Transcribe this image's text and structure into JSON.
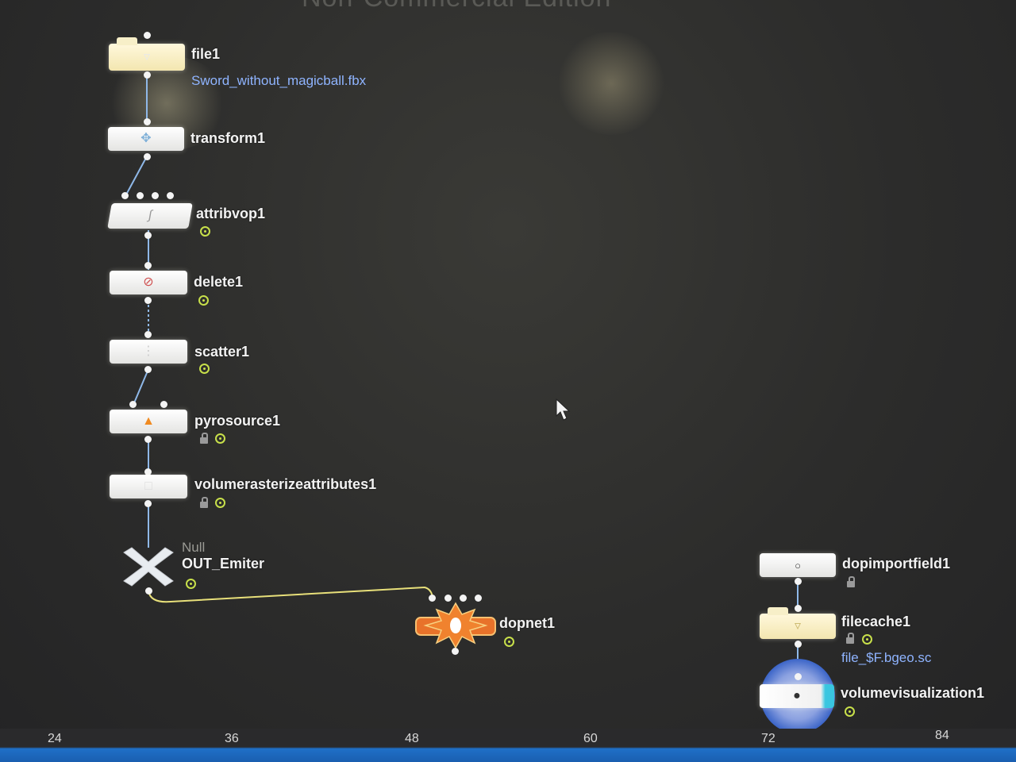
{
  "edition_banner": "Non-Commercial Edition",
  "colors": {
    "wire": "#8fb8e8",
    "emit_wire": "#e8e07a",
    "flag": "#c8e04a",
    "sublabel": "#8fb4ff",
    "timeline": "#1f6fc7"
  },
  "nodes": {
    "file1": {
      "name": "file1",
      "sublabel": "Sword_without_magicball.fbx",
      "icon": "folder-icon"
    },
    "transform1": {
      "name": "transform1",
      "icon": "transform-icon"
    },
    "attribvop1": {
      "name": "attribvop1",
      "icon": "vop-icon"
    },
    "delete1": {
      "name": "delete1",
      "icon": "delete-icon"
    },
    "scatter1": {
      "name": "scatter1",
      "icon": "scatter-icon"
    },
    "pyrosource1": {
      "name": "pyrosource1",
      "icon": "fire-icon"
    },
    "volumerasterizeattributes1": {
      "name": "volumerasterizeattributes1",
      "icon": "volume-icon"
    },
    "out_emiter": {
      "type": "Null",
      "name": "OUT_Emiter",
      "icon": "null-cross-icon"
    },
    "dopnet1": {
      "name": "dopnet1",
      "icon": "dopnet-burst-icon"
    },
    "dopimportfield1": {
      "name": "dopimportfield1",
      "icon": "dop-import-icon"
    },
    "filecache1": {
      "name": "filecache1",
      "sublabel": "file_$F.bgeo.sc",
      "icon": "folder-icon"
    },
    "volumevisualization1": {
      "name": "volumevisualization1",
      "icon": "volume-vis-icon"
    }
  },
  "timeline": {
    "ticks": [
      "24",
      "36",
      "48",
      "60",
      "72",
      "84"
    ]
  }
}
